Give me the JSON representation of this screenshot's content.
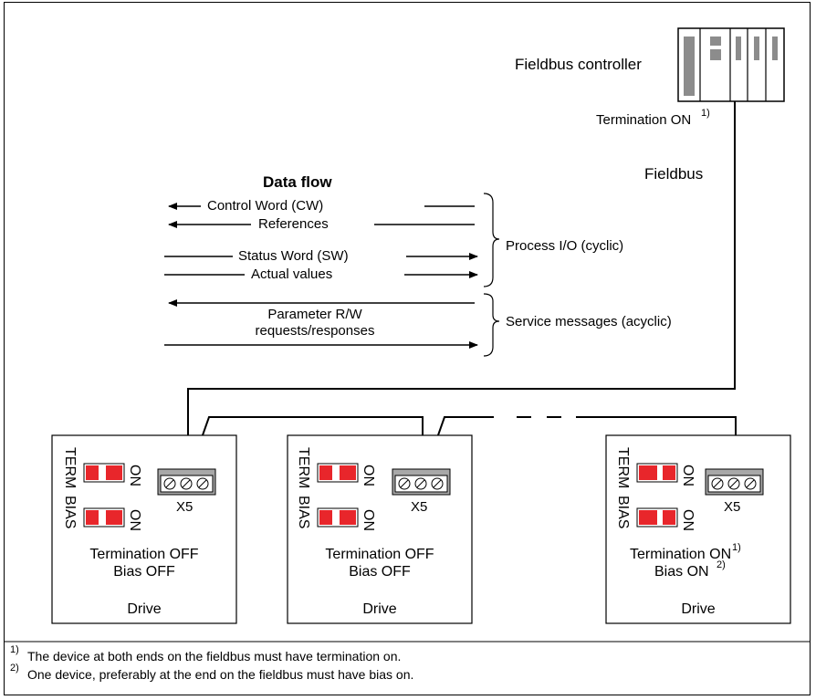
{
  "controller": {
    "label": "Fieldbus controller",
    "termination_label": "Termination ON",
    "termination_note": "1)"
  },
  "fieldbus": {
    "label": "Fieldbus"
  },
  "data_flow": {
    "title": "Data flow",
    "control_word": "Control Word (CW)",
    "references": "References",
    "status_word": "Status Word (SW)",
    "actual_values": "Actual values",
    "parameter_rw_line1": "Parameter R/W",
    "parameter_rw_line2": "requests/responses",
    "process_io": "Process I/O (cyclic)",
    "service_messages": "Service messages (acyclic)"
  },
  "drives": [
    {
      "term_label": "TERM",
      "bias_label": "BIAS",
      "switch_on_label": "ON",
      "connector": "X5",
      "termination": "Termination OFF",
      "termination_note": "",
      "bias": "Bias OFF",
      "bias_note": "",
      "name": "Drive"
    },
    {
      "term_label": "TERM",
      "bias_label": "BIAS",
      "switch_on_label": "ON",
      "connector": "X5",
      "termination": "Termination OFF",
      "termination_note": "",
      "bias": "Bias OFF",
      "bias_note": "",
      "name": "Drive"
    },
    {
      "term_label": "TERM",
      "bias_label": "BIAS",
      "switch_on_label": "ON",
      "connector": "X5",
      "termination": "Termination ON",
      "termination_note": "1)",
      "bias": "Bias ON",
      "bias_note": "2)",
      "name": "Drive"
    }
  ],
  "footnotes": [
    {
      "mark": "1)",
      "text": "The device at both ends on the fieldbus must have termination on."
    },
    {
      "mark": "2)",
      "text": "One device, preferably at the end on the fieldbus must have bias on."
    }
  ],
  "colors": {
    "switch_red": "#e8262b",
    "connector_gray": "#a8a8a8",
    "controller_gray": "#8c8c8c"
  }
}
